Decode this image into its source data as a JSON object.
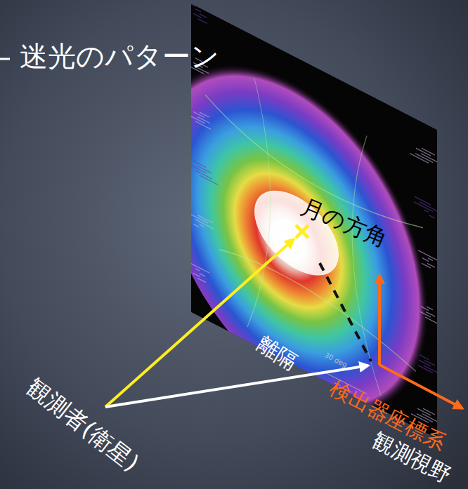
{
  "diagram": {
    "title": "迷光のパターン",
    "labels": [
      "月の方角",
      "離隔",
      "観測者(衛星)",
      "検出器座標系",
      "観測視野",
      "30 deg"
    ]
  }
}
